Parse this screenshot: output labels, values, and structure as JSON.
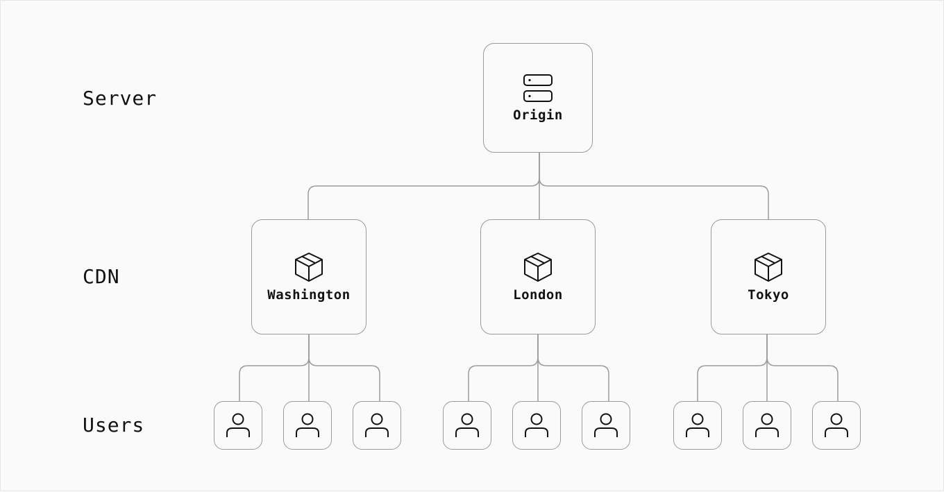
{
  "row_labels": {
    "server": "Server",
    "cdn": "CDN",
    "users": "Users"
  },
  "origin": {
    "label": "Origin",
    "icon": "server-icon"
  },
  "cdn_nodes": [
    {
      "label": "Washington",
      "icon": "package-icon"
    },
    {
      "label": "London",
      "icon": "package-icon"
    },
    {
      "label": "Tokyo",
      "icon": "package-icon"
    }
  ],
  "users_per_cdn": 3,
  "user_icon": "user-icon",
  "colors": {
    "background": "#fafafa",
    "border": "#9a9a9a",
    "text": "#111111"
  }
}
